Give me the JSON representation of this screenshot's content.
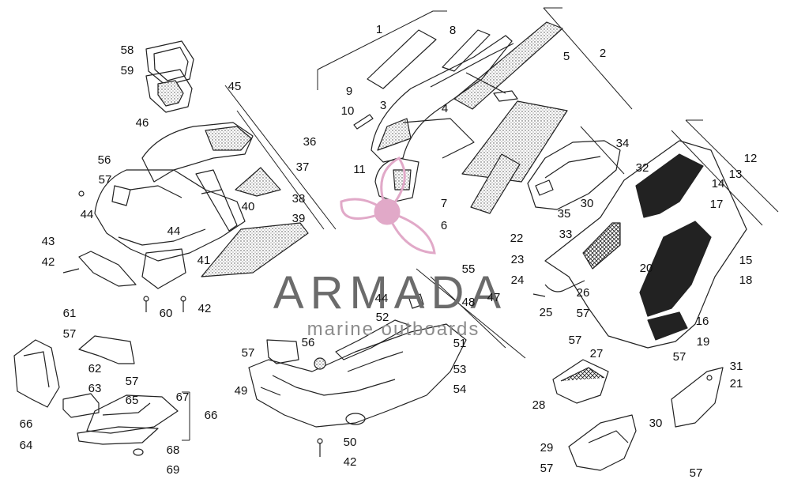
{
  "diagram": {
    "part_numbers": [
      {
        "id": "p1",
        "label": "1"
      },
      {
        "id": "p2",
        "label": "2"
      },
      {
        "id": "p3",
        "label": "3"
      },
      {
        "id": "p4",
        "label": "4"
      },
      {
        "id": "p5",
        "label": "5"
      },
      {
        "id": "p6",
        "label": "6"
      },
      {
        "id": "p7",
        "label": "7"
      },
      {
        "id": "p8",
        "label": "8"
      },
      {
        "id": "p9",
        "label": "9"
      },
      {
        "id": "p10",
        "label": "10"
      },
      {
        "id": "p11",
        "label": "11"
      },
      {
        "id": "p12",
        "label": "12"
      },
      {
        "id": "p13",
        "label": "13"
      },
      {
        "id": "p14",
        "label": "14"
      },
      {
        "id": "p15",
        "label": "15"
      },
      {
        "id": "p16",
        "label": "16"
      },
      {
        "id": "p17",
        "label": "17"
      },
      {
        "id": "p18",
        "label": "18"
      },
      {
        "id": "p19",
        "label": "19"
      },
      {
        "id": "p20",
        "label": "20"
      },
      {
        "id": "p21",
        "label": "21"
      },
      {
        "id": "p22",
        "label": "22"
      },
      {
        "id": "p23",
        "label": "23"
      },
      {
        "id": "p24",
        "label": "24"
      },
      {
        "id": "p25",
        "label": "25"
      },
      {
        "id": "p26",
        "label": "26"
      },
      {
        "id": "p27",
        "label": "27"
      },
      {
        "id": "p28",
        "label": "28"
      },
      {
        "id": "p29",
        "label": "29"
      },
      {
        "id": "p30a",
        "label": "30"
      },
      {
        "id": "p30b",
        "label": "30"
      },
      {
        "id": "p31",
        "label": "31"
      },
      {
        "id": "p32",
        "label": "32"
      },
      {
        "id": "p33",
        "label": "33"
      },
      {
        "id": "p34",
        "label": "34"
      },
      {
        "id": "p35",
        "label": "35"
      },
      {
        "id": "p36",
        "label": "36"
      },
      {
        "id": "p37",
        "label": "37"
      },
      {
        "id": "p38",
        "label": "38"
      },
      {
        "id": "p39",
        "label": "39"
      },
      {
        "id": "p40",
        "label": "40"
      },
      {
        "id": "p41",
        "label": "41"
      },
      {
        "id": "p42a",
        "label": "42"
      },
      {
        "id": "p42b",
        "label": "42"
      },
      {
        "id": "p42c",
        "label": "42"
      },
      {
        "id": "p43",
        "label": "43"
      },
      {
        "id": "p44a",
        "label": "44"
      },
      {
        "id": "p44b",
        "label": "44"
      },
      {
        "id": "p44c",
        "label": "44"
      },
      {
        "id": "p45",
        "label": "45"
      },
      {
        "id": "p46",
        "label": "46"
      },
      {
        "id": "p47",
        "label": "47"
      },
      {
        "id": "p48",
        "label": "48"
      },
      {
        "id": "p49",
        "label": "49"
      },
      {
        "id": "p50",
        "label": "50"
      },
      {
        "id": "p51",
        "label": "51"
      },
      {
        "id": "p52",
        "label": "52"
      },
      {
        "id": "p53",
        "label": "53"
      },
      {
        "id": "p54",
        "label": "54"
      },
      {
        "id": "p55",
        "label": "55"
      },
      {
        "id": "p56a",
        "label": "56"
      },
      {
        "id": "p56b",
        "label": "56"
      },
      {
        "id": "p57a",
        "label": "57"
      },
      {
        "id": "p57b",
        "label": "57"
      },
      {
        "id": "p57c",
        "label": "57"
      },
      {
        "id": "p57d",
        "label": "57"
      },
      {
        "id": "p57e",
        "label": "57"
      },
      {
        "id": "p57f",
        "label": "57"
      },
      {
        "id": "p57g",
        "label": "57"
      },
      {
        "id": "p57h",
        "label": "57"
      },
      {
        "id": "p57i",
        "label": "57"
      },
      {
        "id": "p57j",
        "label": "57"
      },
      {
        "id": "p58",
        "label": "58"
      },
      {
        "id": "p59",
        "label": "59"
      },
      {
        "id": "p60",
        "label": "60"
      },
      {
        "id": "p61",
        "label": "61"
      },
      {
        "id": "p62",
        "label": "62"
      },
      {
        "id": "p63",
        "label": "63"
      },
      {
        "id": "p64",
        "label": "64"
      },
      {
        "id": "p65",
        "label": "65"
      },
      {
        "id": "p66a",
        "label": "66"
      },
      {
        "id": "p66b",
        "label": "66"
      },
      {
        "id": "p67",
        "label": "67"
      },
      {
        "id": "p68",
        "label": "68"
      },
      {
        "id": "p69",
        "label": "69"
      }
    ]
  },
  "watermark": {
    "name": "ARMADA",
    "tagline": "marine outboards",
    "logo_color": "#e1a9c8",
    "text_color": "#6b6b6b"
  }
}
